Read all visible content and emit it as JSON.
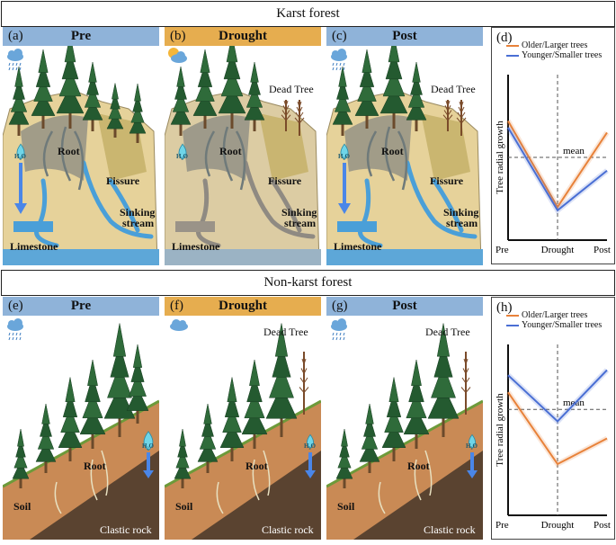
{
  "sections": {
    "karst_title": "Karst forest",
    "nonkarst_title": "Non-karst forest"
  },
  "karst_panels": [
    {
      "label": "(a)",
      "title": "Pre",
      "texts": {
        "root": "Root",
        "fissure": "Fissure",
        "sinking1": "Sinking",
        "sinking2": "stream",
        "limestone": "Limestone",
        "h2o": "H₂O",
        "dead": ""
      }
    },
    {
      "label": "(b)",
      "title": "Drought",
      "texts": {
        "root": "Root",
        "fissure": "Fissure",
        "sinking1": "Sinking",
        "sinking2": "stream",
        "limestone": "Limestone",
        "h2o": "H₂O",
        "dead": "Dead Tree"
      }
    },
    {
      "label": "(c)",
      "title": "Post",
      "texts": {
        "root": "Root",
        "fissure": "Fissure",
        "sinking1": "Sinking",
        "sinking2": "stream",
        "limestone": "Limestone",
        "h2o": "H₂O",
        "dead": "Dead Tree"
      }
    }
  ],
  "nonkarst_panels": [
    {
      "label": "(e)",
      "title": "Pre",
      "texts": {
        "root": "Root",
        "soil": "Soil",
        "clastic": "Clastic rock",
        "h2o": "H₂O",
        "dead": ""
      }
    },
    {
      "label": "(f)",
      "title": "Drought",
      "texts": {
        "root": "Root",
        "soil": "Soil",
        "clastic": "Clastic rock",
        "h2o": "H₂O",
        "dead": "Dead Tree"
      }
    },
    {
      "label": "(g)",
      "title": "Post",
      "texts": {
        "root": "Root",
        "soil": "Soil",
        "clastic": "Clastic rock",
        "h2o": "H₂O",
        "dead": "Dead Tree"
      }
    }
  ],
  "colors": {
    "older": "#e8823a",
    "younger": "#4a6fd4",
    "blue_head": "#8fb3d9",
    "orange_head": "#e6ad4f"
  },
  "chart_data": [
    {
      "type": "line",
      "panel_label": "(d)",
      "categories": [
        "Pre",
        "Drought",
        "Post"
      ],
      "ylabel": "Tree radial growth",
      "mean_label": "mean",
      "mean_value": 0.5,
      "ylim": [
        0,
        1
      ],
      "series": [
        {
          "name": "Older/Larger trees",
          "values": [
            0.72,
            0.2,
            0.65
          ]
        },
        {
          "name": "Younger/Smaller trees",
          "values": [
            0.68,
            0.18,
            0.42
          ]
        }
      ]
    },
    {
      "type": "line",
      "panel_label": "(h)",
      "categories": [
        "Pre",
        "Drought",
        "Post"
      ],
      "ylabel": "Tree radial growth",
      "mean_label": "mean",
      "mean_value": 0.62,
      "ylim": [
        0,
        1
      ],
      "series": [
        {
          "name": "Older/Larger trees",
          "values": [
            0.72,
            0.3,
            0.45
          ]
        },
        {
          "name": "Younger/Smaller trees",
          "values": [
            0.82,
            0.55,
            0.85
          ]
        }
      ]
    }
  ]
}
